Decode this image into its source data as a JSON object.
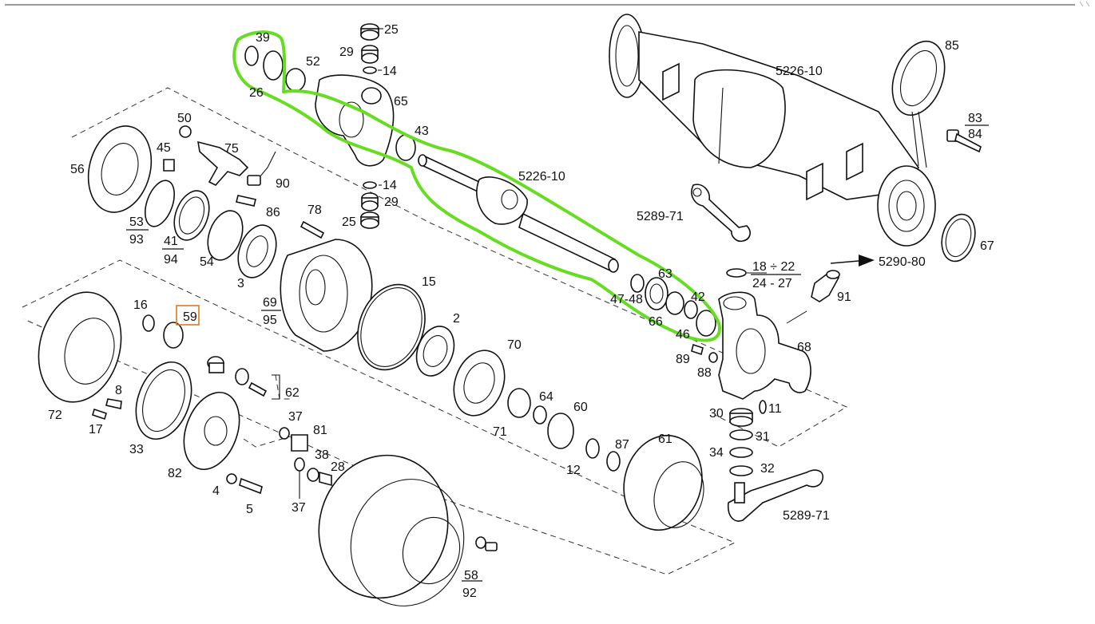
{
  "callouts": {
    "c25a": "25",
    "c29a": "29",
    "c14a": "14",
    "c39": "39",
    "c26": "26",
    "c52": "52",
    "c65": "65",
    "c43": "43",
    "c5226_10_shaft": "5226-10",
    "c14b": "14",
    "c29b": "29",
    "c25b": "25",
    "c50": "50",
    "c45": "45",
    "c75": "75",
    "c56": "56",
    "c90": "90",
    "c86": "86",
    "c78": "78",
    "c53": "53",
    "c93": "93",
    "c41": "41",
    "c94": "94",
    "c54": "54",
    "c3": "3",
    "c69": "69",
    "c95": "95",
    "c15": "15",
    "c2": "2",
    "c70": "70",
    "c16": "16",
    "c59": "59",
    "c72": "72",
    "c8": "8",
    "c17": "17",
    "c33": "33",
    "c62": "62",
    "c82": "82",
    "c37a": "37",
    "c81": "81",
    "c38": "38",
    "c28": "28",
    "c37b": "37",
    "c4": "4",
    "c5": "5",
    "c71": "71",
    "c64": "64",
    "c60": "60",
    "c12": "12",
    "c87": "87",
    "c61": "61",
    "c58": "58",
    "c92": "92",
    "c5226_10_axle": "5226-10",
    "c85": "85",
    "c83": "83",
    "c84": "84",
    "c67": "67",
    "c5289_71_top": "5289-71",
    "c18_22": "18 ÷ 22",
    "c24_27": "24 - 27",
    "c5290_80": "5290-80",
    "c91": "91",
    "c63": "63",
    "c47_48": "47-48",
    "c42": "42",
    "c66": "66",
    "c46": "46",
    "c89": "89",
    "c88": "88",
    "c68": "68",
    "c30": "30",
    "c11": "11",
    "c31": "31",
    "c34": "34",
    "c32": "32",
    "c5289_71_bottom": "5289-71"
  },
  "colors": {
    "highlight": "#66dd22",
    "selection": "#e07a1a",
    "line": "#111111"
  }
}
